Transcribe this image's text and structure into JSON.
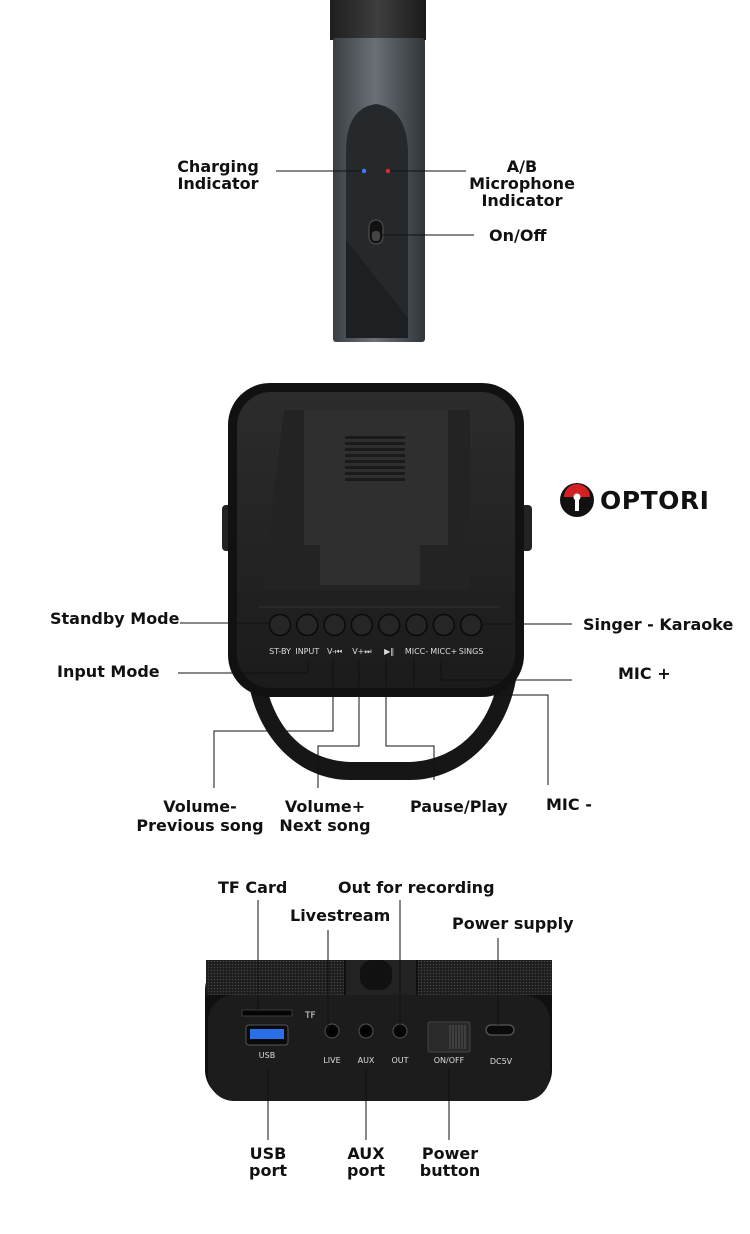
{
  "brand": {
    "name": "OPTORI",
    "logo_icon": "brand-logo-icon"
  },
  "microphone": {
    "labels": {
      "charging": [
        "Charging",
        "Indicator"
      ],
      "ab": [
        "A/B",
        "Microphone",
        "Indicator"
      ],
      "onoff": "On/Off"
    }
  },
  "speaker_front": {
    "buttons": [
      "ST-BY",
      "INPUT",
      "V-⏮",
      "V+⏭",
      "▶‖",
      "MICC-",
      "MICC+",
      "SINGS"
    ],
    "labels": {
      "standby": "Standby Mode",
      "input": "Input Mode",
      "singer": "Singer - Karaoke",
      "mic_plus": "MIC +",
      "mic_minus": "MIC -",
      "volume_minus": [
        "Volume-",
        "Previous song"
      ],
      "volume_plus": [
        "Volume+",
        "Next song"
      ],
      "pause_play": "Pause/Play"
    }
  },
  "speaker_bottom": {
    "panel_text": {
      "tf": "TF",
      "usb": "USB",
      "live": "LIVE",
      "aux": "AUX",
      "out": "OUT",
      "onoff": "ON/OFF",
      "dc": "DC5V"
    },
    "labels": {
      "tf_card": "TF Card",
      "out_recording": "Out for recording",
      "livestream": "Livestream",
      "power_supply": "Power supply",
      "usb_port": [
        "USB",
        "port"
      ],
      "aux_port": [
        "AUX",
        "port"
      ],
      "power_button": [
        "Power",
        "button"
      ]
    }
  }
}
